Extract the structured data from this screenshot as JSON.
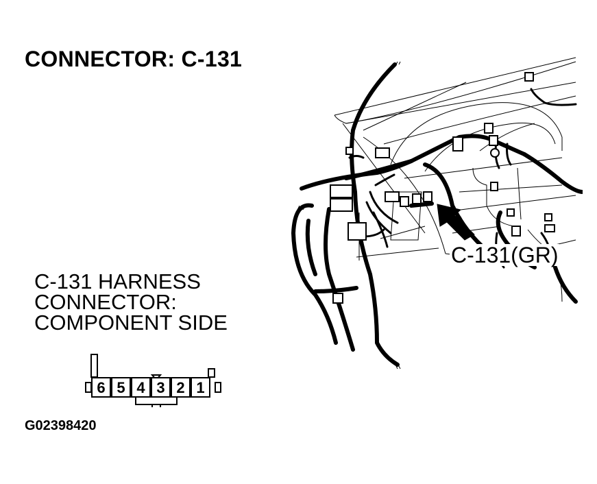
{
  "title": "CONNECTOR: C-131",
  "description": {
    "lines": [
      "C-131 HARNESS",
      "CONNECTOR:",
      "COMPONENT SIDE"
    ]
  },
  "connector_face": {
    "pins": [
      "6",
      "5",
      "4",
      "3",
      "2",
      "1"
    ],
    "key_marker": "triangle-down",
    "locking_tab": "bottom-center"
  },
  "harness_view": {
    "callout_label": "C-131(GR)",
    "arrow": "pointer-arrow"
  },
  "figure_id": "G02398420",
  "colors": {
    "ink": "#000000",
    "background": "#ffffff"
  }
}
